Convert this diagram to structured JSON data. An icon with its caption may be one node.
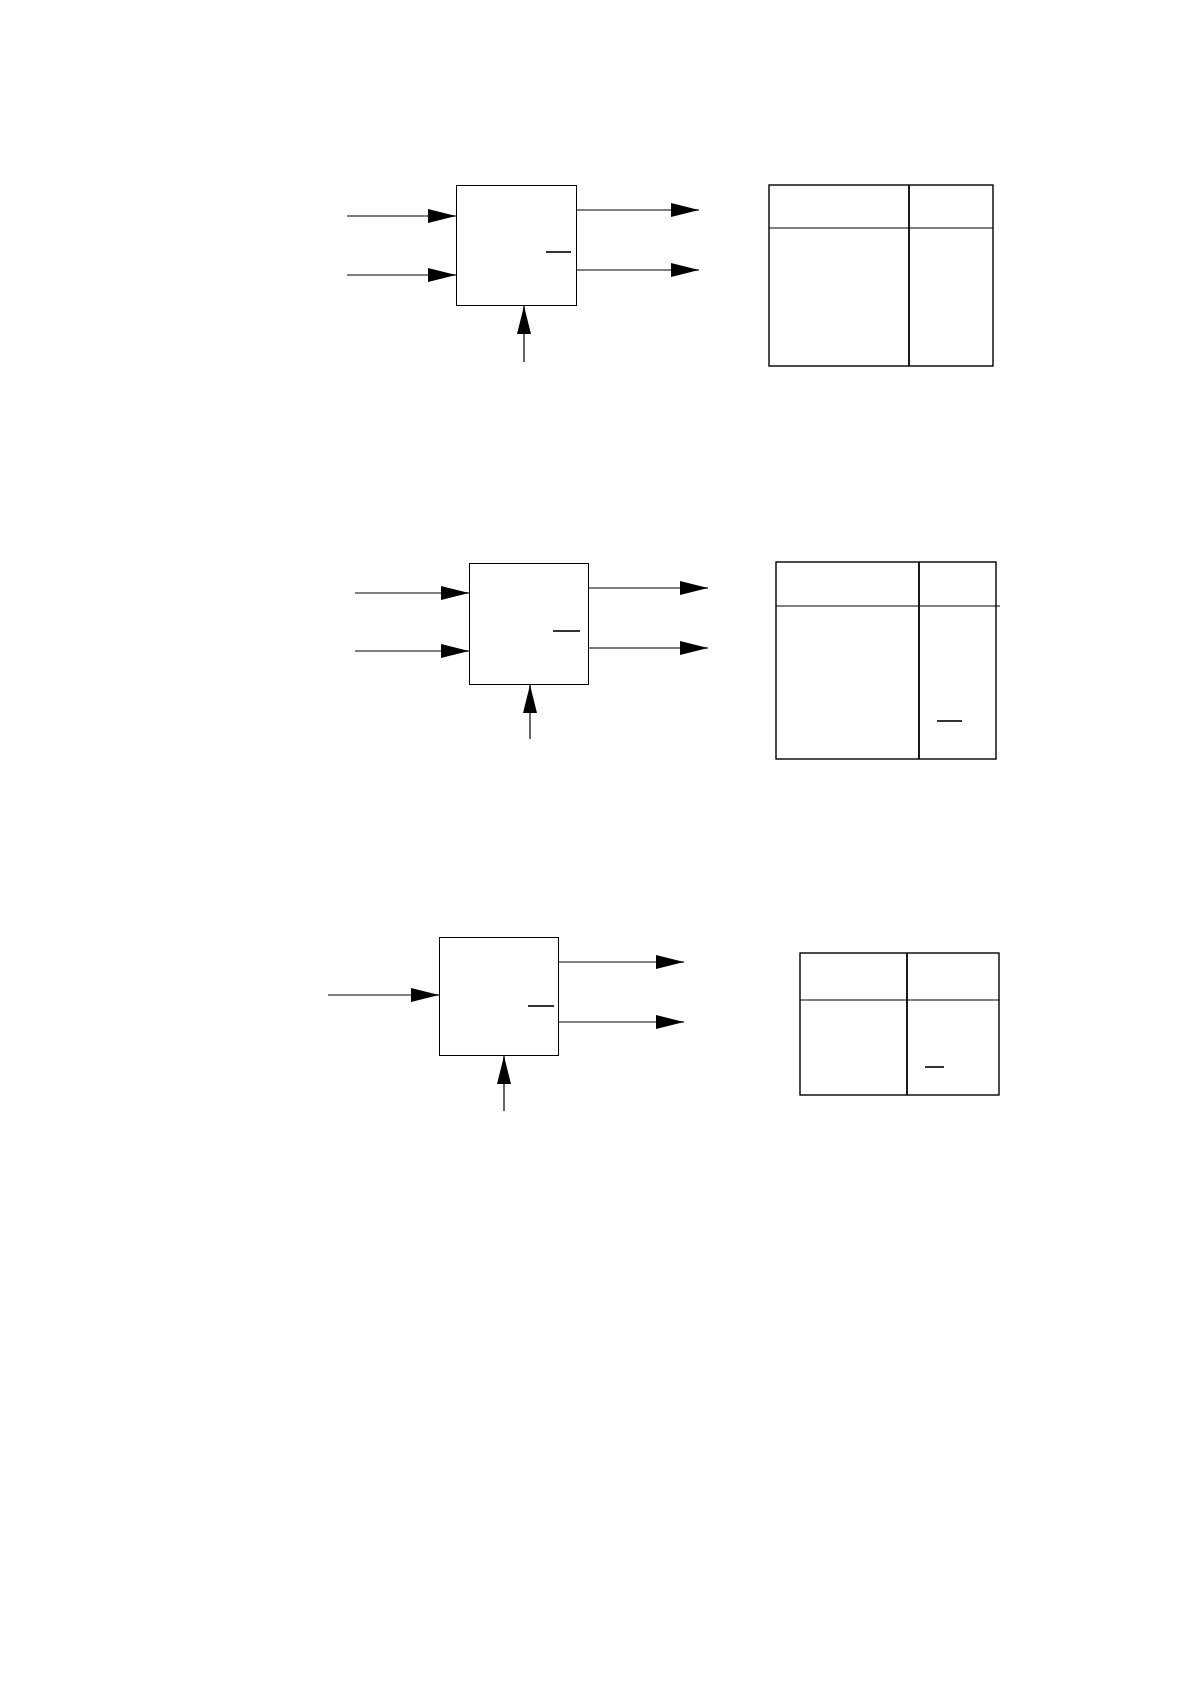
{
  "diagram": {
    "nodes": [
      {
        "text": [],
        "shape": "box"
      },
      {
        "text": [],
        "shape": "box"
      },
      {
        "text": [],
        "shape": "box"
      }
    ],
    "edges": [
      {
        "from": null,
        "to": 0,
        "arrow": "to"
      },
      {
        "from": null,
        "to": 0,
        "arrow": "to"
      },
      {
        "from": 0,
        "to": null,
        "arrow": "to"
      },
      {
        "from": 0,
        "to": null,
        "arrow": "to"
      },
      {
        "from": null,
        "to": 0,
        "arrow": "to"
      },
      {
        "from": null,
        "to": 1,
        "arrow": "to"
      },
      {
        "from": null,
        "to": 1,
        "arrow": "to"
      },
      {
        "from": 1,
        "to": null,
        "arrow": "to"
      },
      {
        "from": 1,
        "to": null,
        "arrow": "to"
      },
      {
        "from": null,
        "to": 1,
        "arrow": "to"
      },
      {
        "from": null,
        "to": 2,
        "arrow": "to"
      },
      {
        "from": 2,
        "to": null,
        "arrow": "to"
      },
      {
        "from": 2,
        "to": null,
        "arrow": "to"
      },
      {
        "from": null,
        "to": 2,
        "arrow": "to"
      }
    ]
  }
}
